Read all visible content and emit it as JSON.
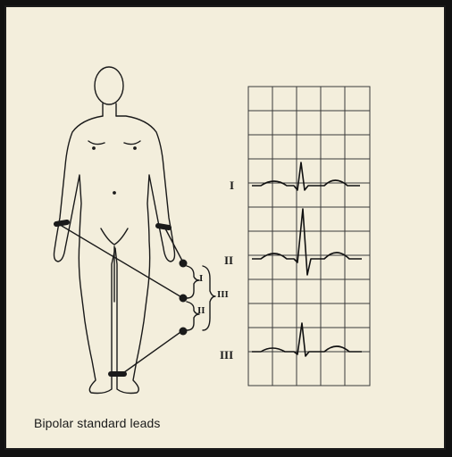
{
  "caption": "Bipolar standard leads",
  "leads": [
    {
      "label": "I"
    },
    {
      "label": "II"
    },
    {
      "label": "III"
    }
  ],
  "bracket_labels": {
    "lead1": "I",
    "lead2": "II",
    "lead3": "III"
  },
  "colors": {
    "paper": "#f3eedc",
    "ink": "#1a1a1a",
    "border": "#111111"
  }
}
